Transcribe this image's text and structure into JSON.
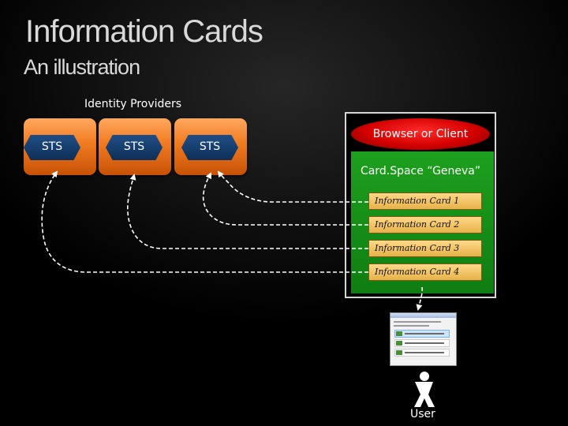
{
  "title": "Information Cards",
  "subtitle": "An illustration",
  "identity_providers": {
    "label": "Identity Providers",
    "sts": [
      "STS",
      "STS",
      "STS"
    ]
  },
  "client": {
    "browser_label": "Browser or Client",
    "cardspace_label": "Card.Space “Geneva”",
    "cards": [
      "Information Card 1",
      "Information Card 2",
      "Information Card 3",
      "Information Card 4"
    ]
  },
  "user": {
    "label": "User"
  },
  "colors": {
    "sts_orange": "#f07a1f",
    "hex_blue": "#1f4f86",
    "browser_red": "#d40000",
    "cardspace_green": "#1ea01e",
    "card_gold": "#ffd989"
  }
}
